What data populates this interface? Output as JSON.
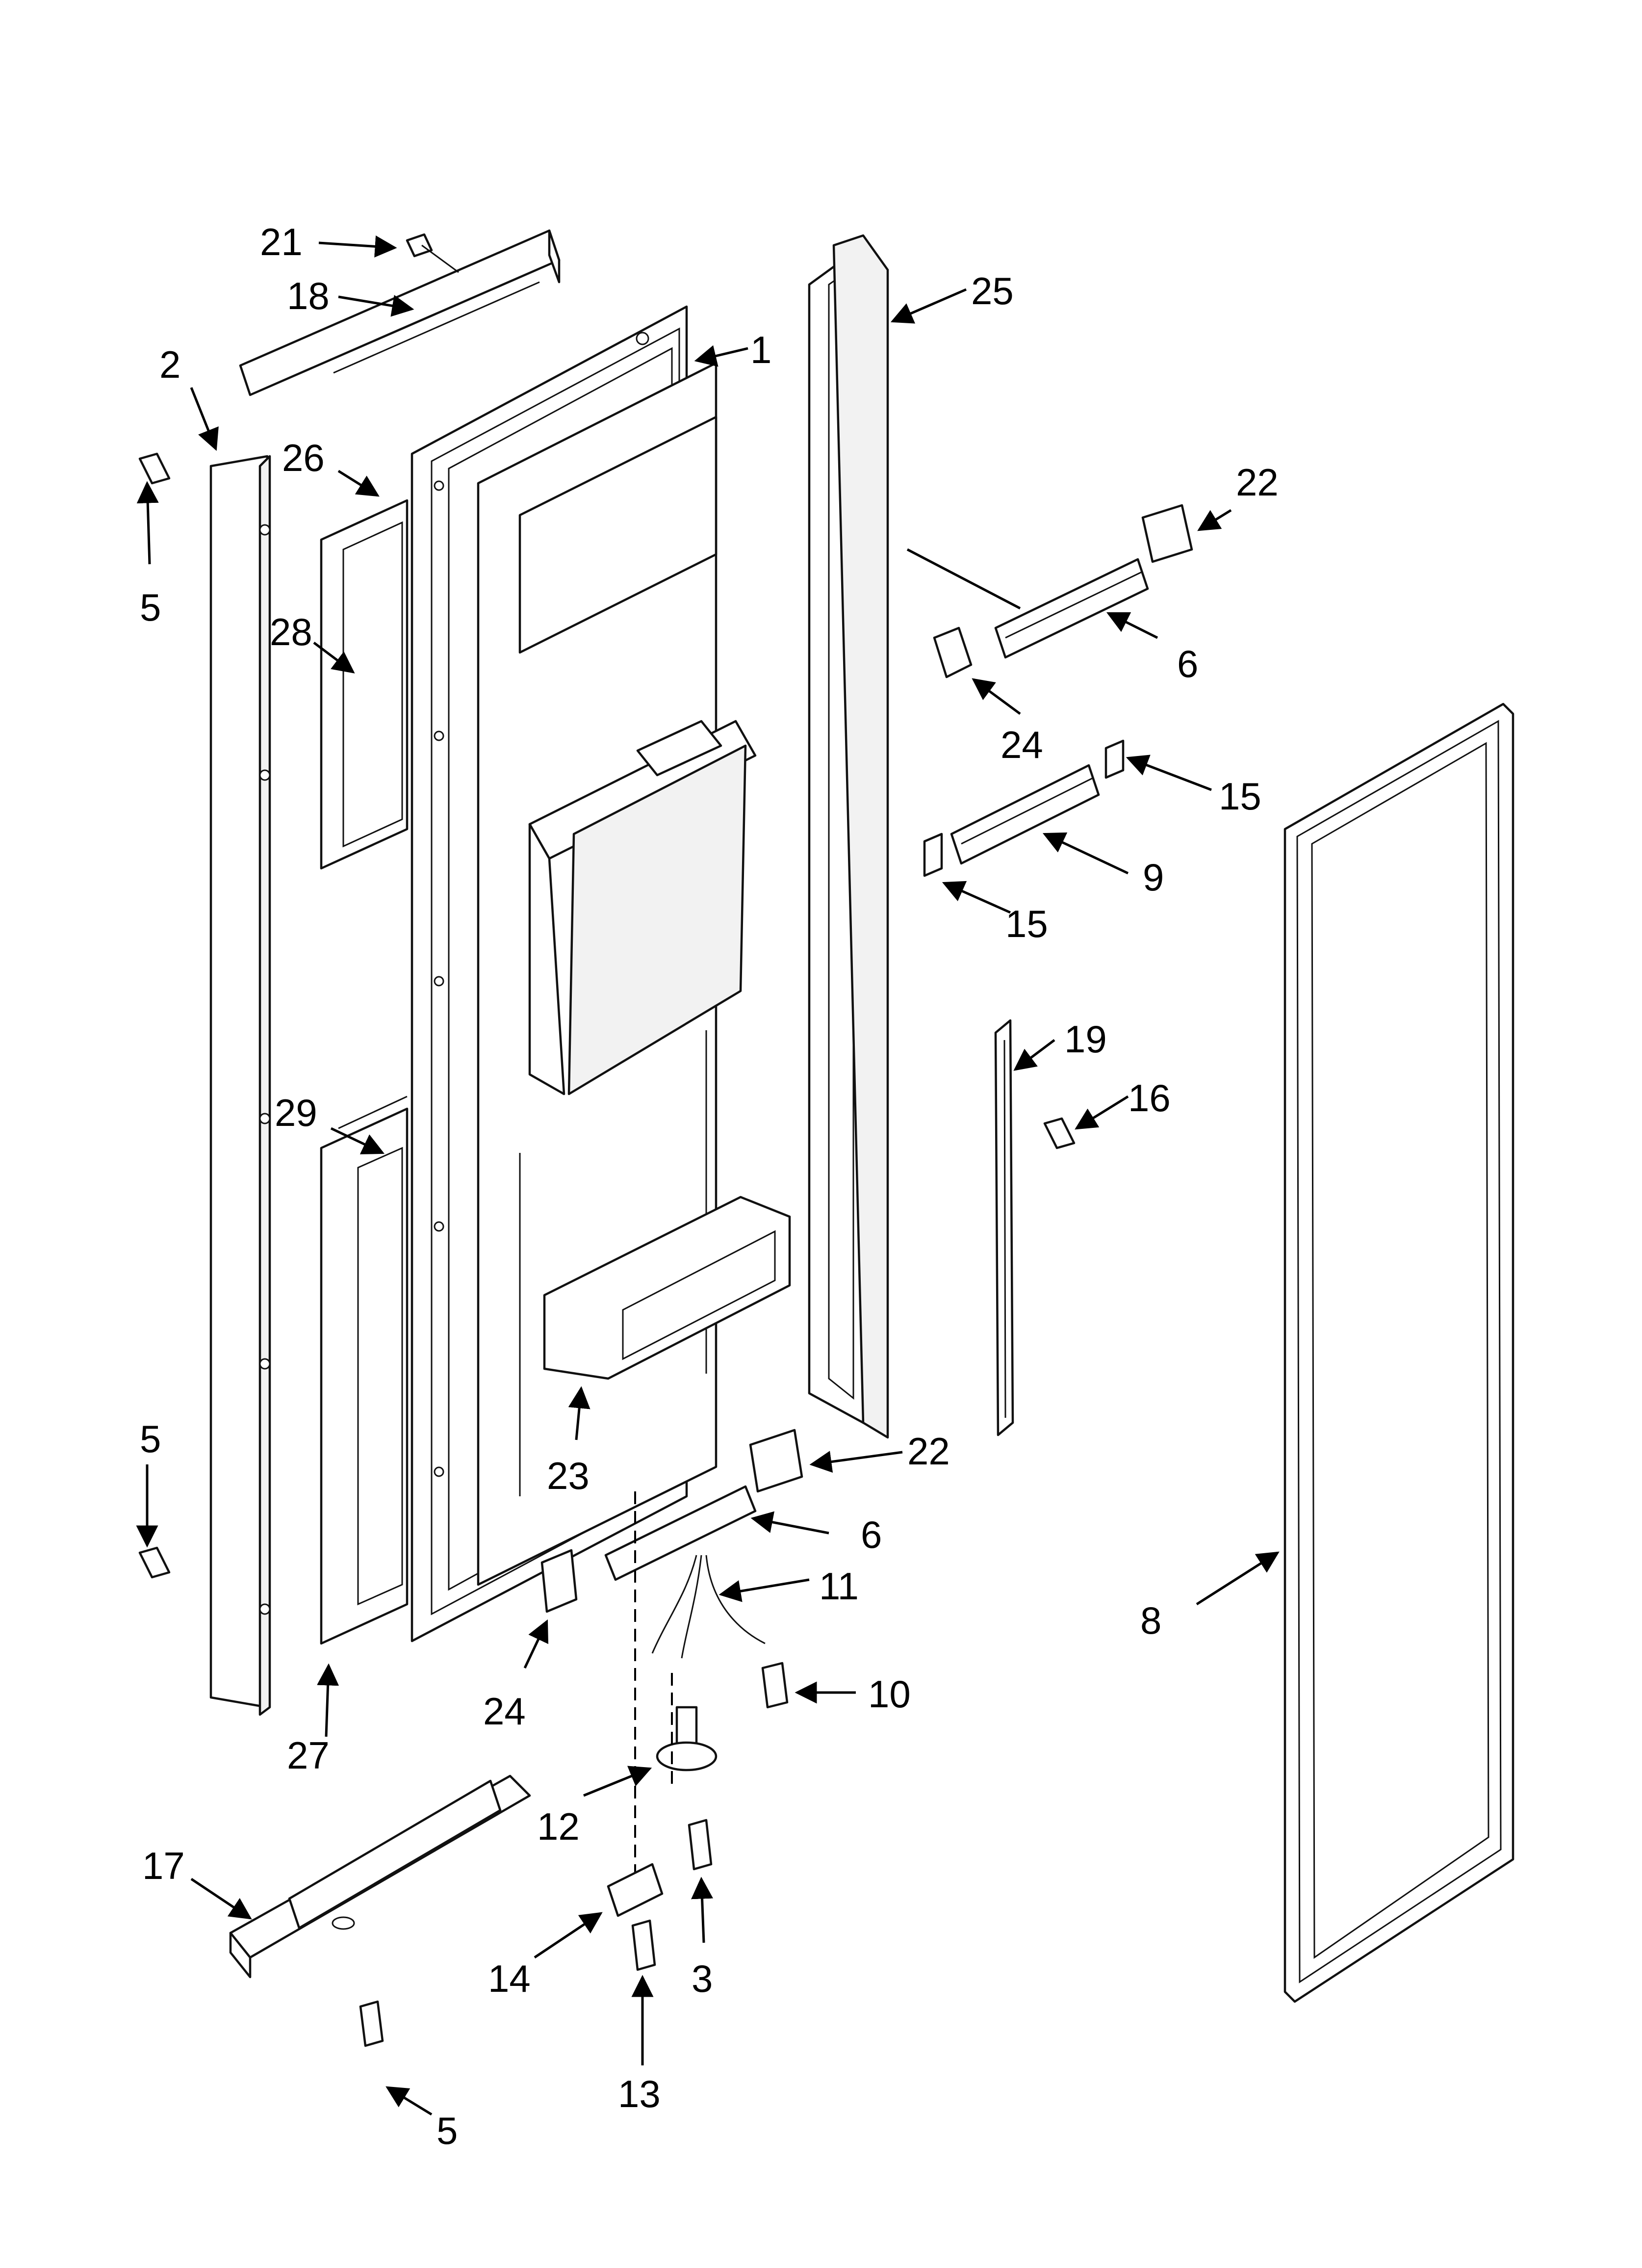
{
  "diagram": {
    "callouts": {
      "c1": "1",
      "c2": "2",
      "c3": "3",
      "c5a": "5",
      "c5b": "5",
      "c5c": "5",
      "c6a": "6",
      "c6b": "6",
      "c8": "8",
      "c9": "9",
      "c10": "10",
      "c11": "11",
      "c12": "12",
      "c13": "13",
      "c14": "14",
      "c15a": "15",
      "c15b": "15",
      "c16": "16",
      "c17": "17",
      "c18": "18",
      "c19": "19",
      "c21": "21",
      "c22a": "22",
      "c22b": "22",
      "c23": "23",
      "c24a": "24",
      "c24b": "24",
      "c25": "25",
      "c26": "26",
      "c27": "27",
      "c28": "28",
      "c29": "29"
    }
  }
}
